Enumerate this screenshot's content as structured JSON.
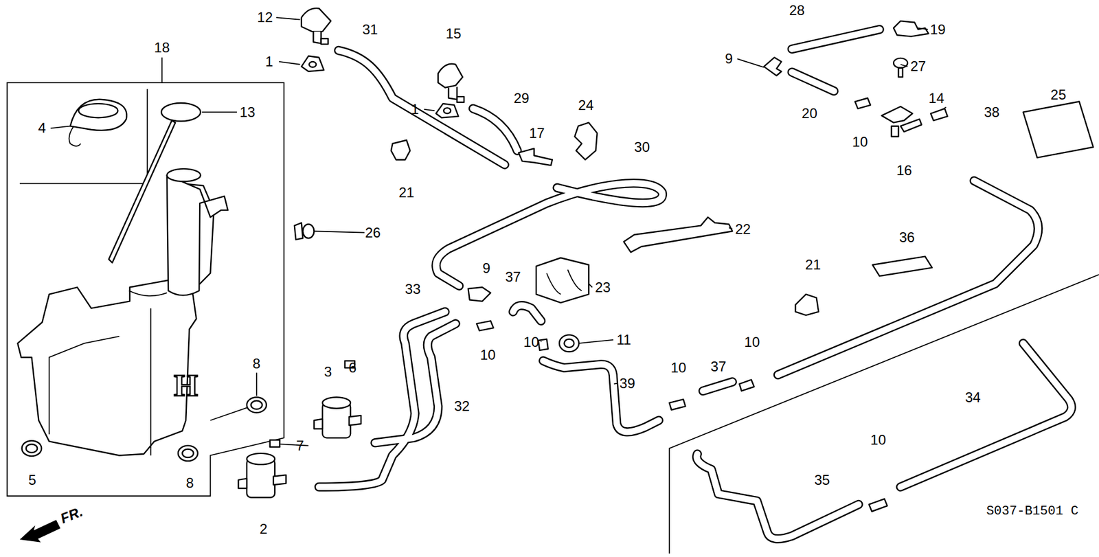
{
  "diagram": {
    "labels": [
      "12",
      "31",
      "28",
      "19",
      "18",
      "1",
      "15",
      "9",
      "27",
      "25",
      "4",
      "13",
      "1",
      "29",
      "24",
      "20",
      "10",
      "16",
      "14",
      "38",
      "17",
      "30",
      "21",
      "26",
      "22",
      "36",
      "9",
      "37",
      "23",
      "33",
      "21",
      "10",
      "10",
      "11",
      "3",
      "6",
      "39",
      "10",
      "10",
      "37",
      "8",
      "32",
      "34",
      "10",
      "5",
      "8",
      "7",
      "2",
      "35",
      "FR.",
      "S037-B1501 C"
    ]
  }
}
